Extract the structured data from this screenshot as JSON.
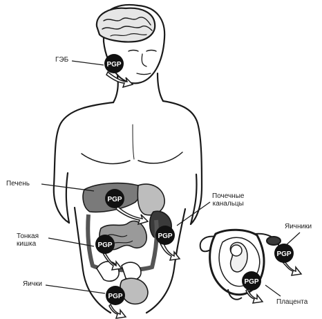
{
  "labels": {
    "bbb": "ГЭБ",
    "liver": "Печень",
    "renal_line1": "Почечные",
    "renal_line2": "канальцы",
    "intestine_line1": "Тонкая",
    "intestine_line2": "кишка",
    "testes": "Яички",
    "ovaries": "Яичники",
    "placenta": "Плацента"
  },
  "marker_text": "PGP",
  "colors": {
    "line": "#1a1a1a",
    "marker_fill": "#111111",
    "marker_text": "#ffffff",
    "organ_fill": "#7a7a7a",
    "organ_dark": "#3a3a3a",
    "background": "#ffffff"
  }
}
